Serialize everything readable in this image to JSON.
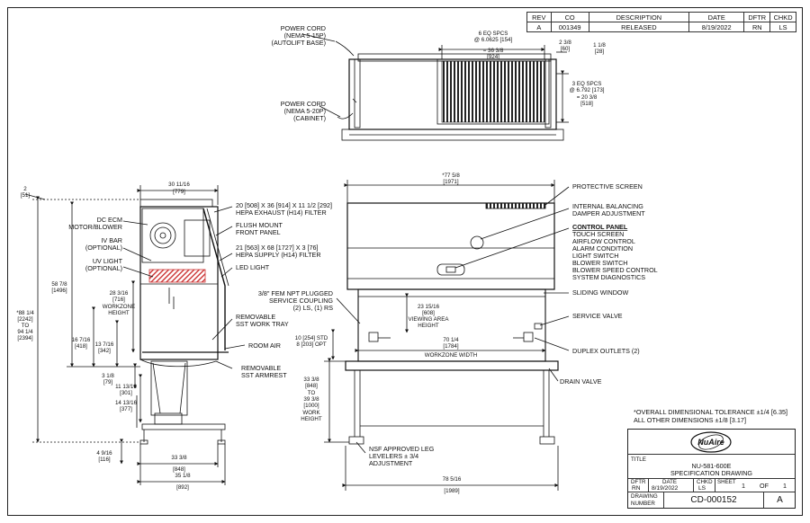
{
  "revision_table": {
    "headers": [
      "REV",
      "CO",
      "DESCRIPTION",
      "DATE",
      "DFTR",
      "CHKD"
    ],
    "row": [
      "A",
      "001349",
      "RELEASED",
      "8/19/2022",
      "RN",
      "LS"
    ]
  },
  "top_view": {
    "cord_upper": [
      "POWER CORD",
      "(NEMA 5-15P)",
      "(AUTOLIFT BASE)"
    ],
    "cord_lower": [
      "POWER CORD",
      "(NEMA 5-20P)",
      "(CABINET)"
    ],
    "dims": {
      "h_spacing": [
        "6 EQ SPCS",
        "@ 6.0625 [154]",
        "= 36 3/8",
        "[924]"
      ],
      "offset": [
        "2 3/8",
        "[60]"
      ],
      "edge": [
        "1 1/8",
        "[28]"
      ],
      "v_spacing": [
        "3 EQ SPCS",
        "@ 6.792 [173]",
        "= 20 3/8",
        "[518]"
      ]
    }
  },
  "side_view": {
    "callouts": {
      "motor": [
        "DC ECM",
        "MOTOR/BLOWER"
      ],
      "iv_bar": [
        "IV BAR",
        "(OPTIONAL)"
      ],
      "uv_light": [
        "UV LIGHT",
        "(OPTIONAL)"
      ],
      "exhaust_filter": [
        "20 [508] X 36 [914] X 11 1/2 [292]",
        "HEPA EXHAUST (H14) FILTER"
      ],
      "front_panel": [
        "FLUSH MOUNT",
        "FRONT PANEL"
      ],
      "supply_filter": [
        "21 [563] X 68 [1727] X 3 [76]",
        "HEPA SUPPLY (H14) FILTER"
      ],
      "led_light": [
        "LED LIGHT"
      ],
      "work_tray": [
        "REMOVABLE",
        "SST WORK TRAY"
      ],
      "room_air": [
        "ROOM AIR"
      ],
      "armrest": [
        "REMOVABLE",
        "SST ARMREST"
      ]
    },
    "dims": {
      "top_offset": [
        "2",
        "[51]"
      ],
      "depth": [
        "30 11/16",
        "[779]"
      ],
      "height": [
        "58 7/8",
        "[1496]"
      ],
      "overall_height": [
        "*88 1/4",
        "[2242]",
        "TO",
        "94 1/4",
        "[2394]"
      ],
      "workzone_height": [
        "28 3/16",
        "[716]",
        "WORKZONE",
        "HEIGHT"
      ],
      "d1": [
        "16 7/16",
        "[418]"
      ],
      "d2": [
        "13 7/16",
        "[342]"
      ],
      "d3": [
        "3 1/8",
        "[79]"
      ],
      "d4": [
        "11 13/16",
        "[301]"
      ],
      "d5": [
        "14 13/16",
        "[377]"
      ],
      "foot": [
        "4 9/16",
        "[116]"
      ],
      "base_depth": [
        "33 3/8",
        "[848]"
      ],
      "overall_depth": [
        "35 1/8",
        "[892]"
      ]
    }
  },
  "front_view": {
    "callouts": {
      "protective_screen": [
        "PROTECTIVE SCREEN"
      ],
      "damper": [
        "INTERNAL BALANCING",
        "DAMPER ADJUSTMENT"
      ],
      "control_panel_title": "CONTROL PANEL",
      "control_panel_items": [
        "TOUCH SCREEN",
        "AIRFLOW CONTROL",
        "ALARM CONDITION",
        "LIGHT SWITCH",
        "BLOWER SWITCH",
        "BLOWER SPEED CONTROL",
        "SYSTEM DIAGNOSTICS"
      ],
      "sliding_window": [
        "SLIDING WINDOW"
      ],
      "service_valve": [
        "SERVICE VALVE"
      ],
      "duplex": [
        "DUPLEX OUTLETS (2)"
      ],
      "drain": [
        "DRAIN VALVE"
      ],
      "coupling": [
        "3/8\" FEM NPT PLUGGED",
        "SERVICE COUPLING",
        "(2) LS, (1) RS"
      ],
      "levelers": [
        "NSF APPROVED LEG",
        "LEVELERS ± 3/4",
        "ADJUSTMENT"
      ]
    },
    "dims": {
      "top_width": [
        "*77 5/8",
        "[1971]"
      ],
      "viewing": [
        "23 15/16",
        "[608]",
        "VIEWING AREA",
        "HEIGHT"
      ],
      "workzone_width": [
        "70 1/4",
        "[1784]",
        "WORKZONE WIDTH"
      ],
      "opening": [
        "10 [254] STD",
        "8 [203] OPT"
      ],
      "work_height": [
        "33 3/8",
        "[848]",
        "TO",
        "39 3/8",
        "[1000]",
        "WORK",
        "HEIGHT"
      ],
      "bottom_width": [
        "78 5/16",
        "[1989]"
      ]
    }
  },
  "tolerance": [
    "*OVERALL DIMENSIONAL TOLERANCE ±1/4 [6.35]",
    "ALL OTHER DIMENSIONS ±1/8 [3.17]"
  ],
  "title_block": {
    "logo": "NuAire",
    "title_label": "TITLE",
    "title_lines": [
      "NU-581-600E",
      "SPECIFICATION DRAWING"
    ],
    "dftr_label": "DFTR",
    "dftr": "RN",
    "date_label": "DATE",
    "date": "8/19/2022",
    "chkd_label": "CHKD",
    "chkd": "LS",
    "sheet_label": "SHEET",
    "sheet": "1",
    "of_label": "OF",
    "of": "1",
    "drawing_label": [
      "DRAWING",
      "NUMBER"
    ],
    "drawing_number": "CD-000152",
    "rev": "A"
  }
}
